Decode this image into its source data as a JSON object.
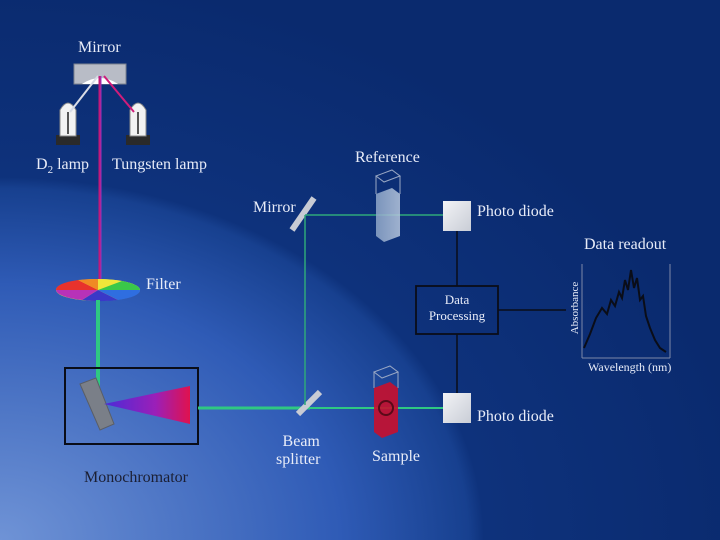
{
  "labels": {
    "mirror_top": "Mirror",
    "d2_lamp_main": "D",
    "d2_lamp_sub": "2",
    "d2_lamp_rest": " lamp",
    "tungsten_lamp": "Tungsten lamp",
    "filter": "Filter",
    "monochromator": "Monochromator",
    "mirror_mid": "Mirror",
    "reference": "Reference",
    "sample": "Sample",
    "beam_splitter_line1": "Beam",
    "beam_splitter_line2": "splitter",
    "photo_diode_top": "Photo diode",
    "photo_diode_bottom": "Photo diode",
    "data_processing_line1": "Data",
    "data_processing_line2": "Processing",
    "data_readout": "Data readout",
    "absorbance": "Absorbance",
    "wavelength": "Wavelength (nm)"
  },
  "colors": {
    "background_dark": "#0a2a6e",
    "background_light": "#6f93d6",
    "beam_green": "#2fc882",
    "beam_magenta": "#c2187a",
    "prism_start": "#4a2bd8",
    "prism_end": "#e0124e",
    "sample_red": "#c8102e",
    "line_light": "#e8ecf8"
  },
  "icons": [
    "lamp-icon",
    "mirror-icon",
    "filter-wheel-icon",
    "prism-icon",
    "grating-icon",
    "cuvette-icon",
    "photodiode-icon",
    "spectrum-plot-icon"
  ]
}
